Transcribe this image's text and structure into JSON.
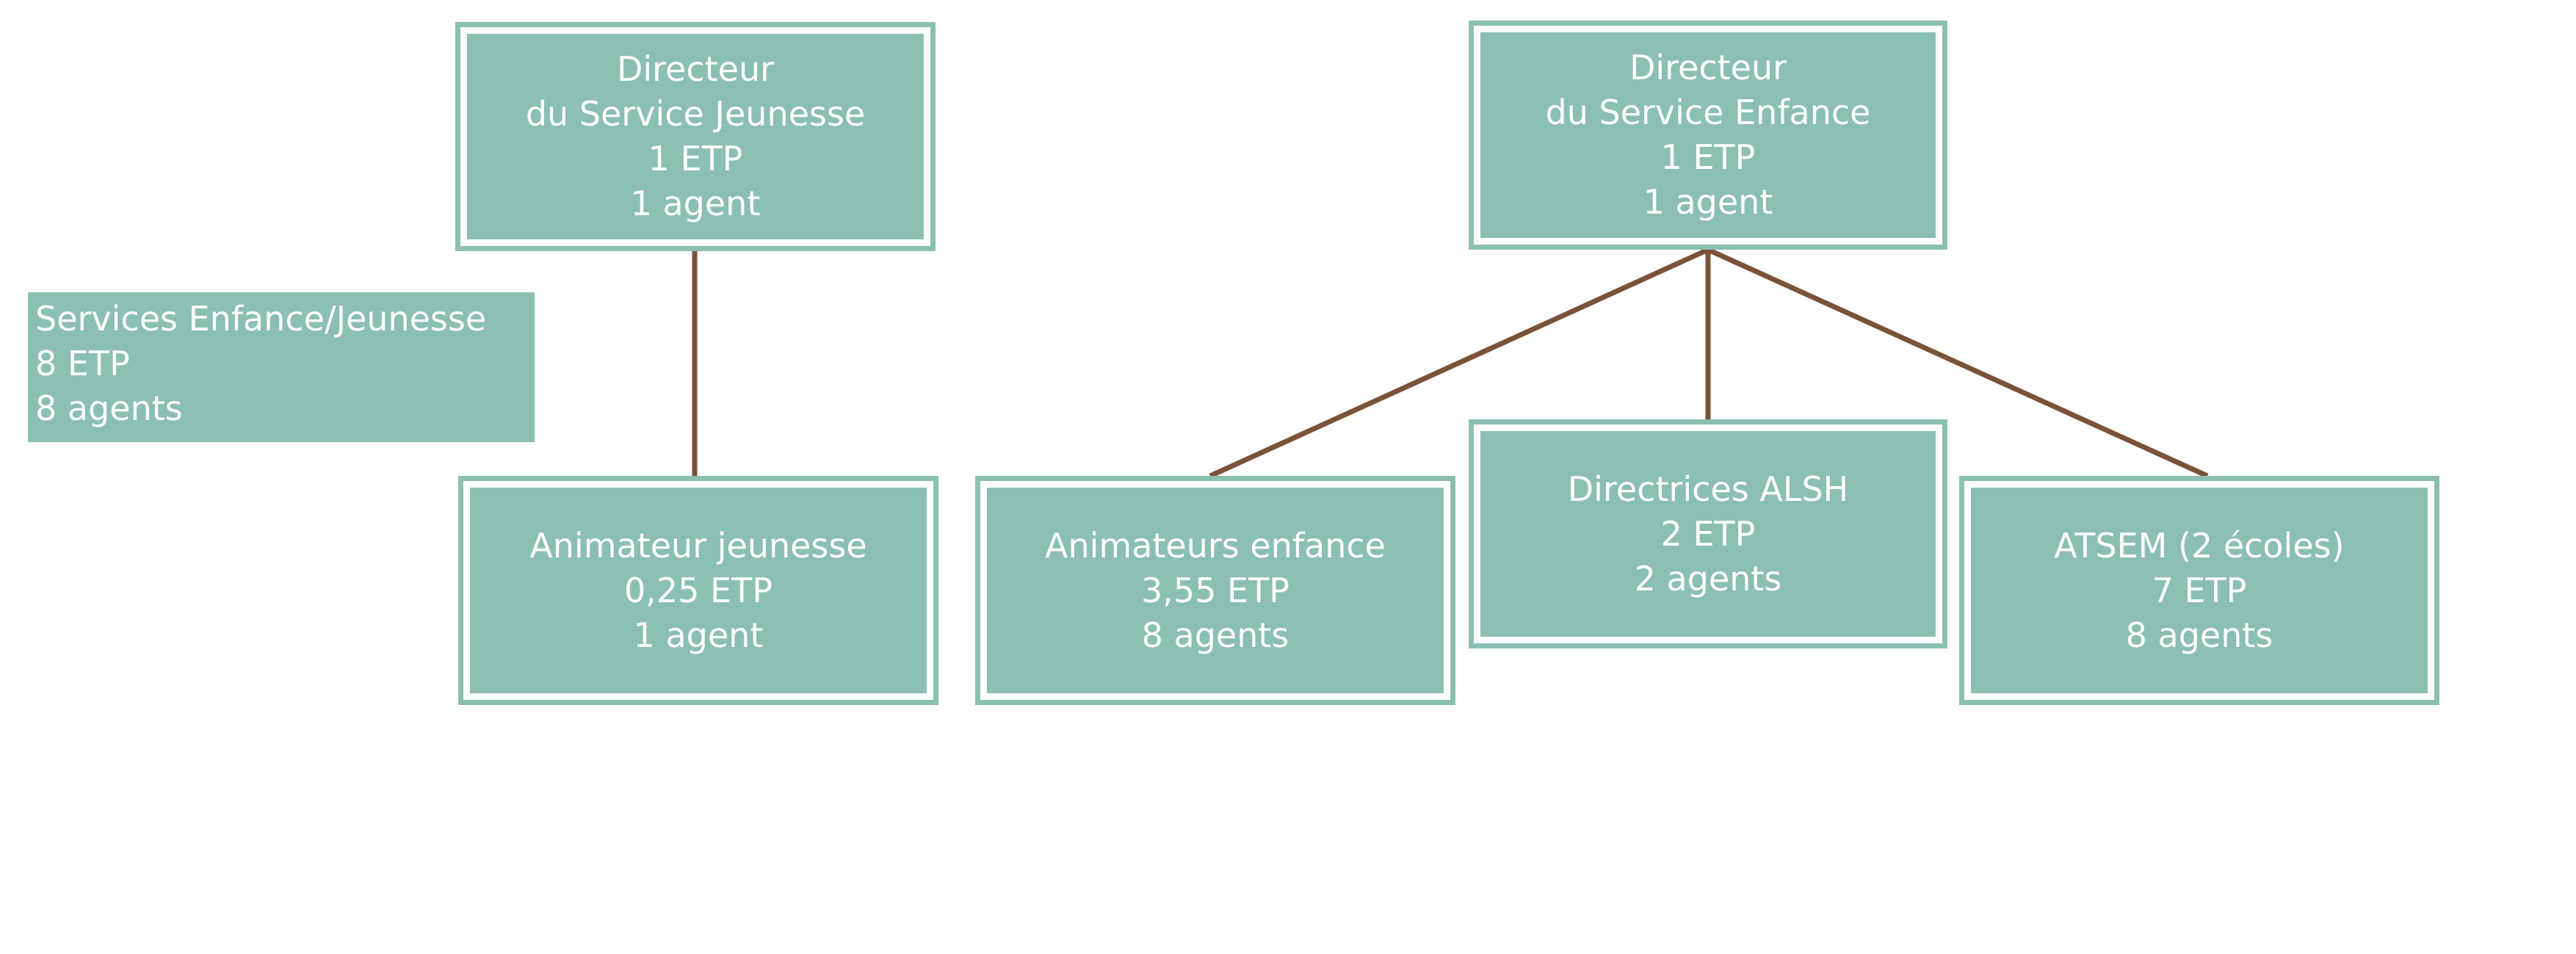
{
  "summary": {
    "title": "Services Enfance/Jeunesse",
    "etp": "8 ETP",
    "agents": "8 agents"
  },
  "boxes": {
    "dir_jeunesse": {
      "line1": "Directeur",
      "line2": "du Service Jeunesse",
      "line3": "1 ETP",
      "line4": "1 agent"
    },
    "dir_enfance": {
      "line1": "Directeur",
      "line2": "du Service Enfance",
      "line3": "1 ETP",
      "line4": "1 agent"
    },
    "anim_jeunesse": {
      "line1": "Animateur jeunesse",
      "line2": "0,25 ETP",
      "line3": "1 agent"
    },
    "anim_enfance": {
      "line1": "Animateurs enfance",
      "line2": "3,55 ETP",
      "line3": "8 agents"
    },
    "alsh": {
      "line1": "Directrices ALSH",
      "line2": "2 ETP",
      "line3": "2 agents"
    },
    "atsem": {
      "line1": "ATSEM (2 écoles)",
      "line2": "7 ETP",
      "line3": "8 agents"
    }
  },
  "colors": {
    "box_fill": "#8bbfb1",
    "connector": "#7a5238",
    "text": "#ffffff"
  }
}
